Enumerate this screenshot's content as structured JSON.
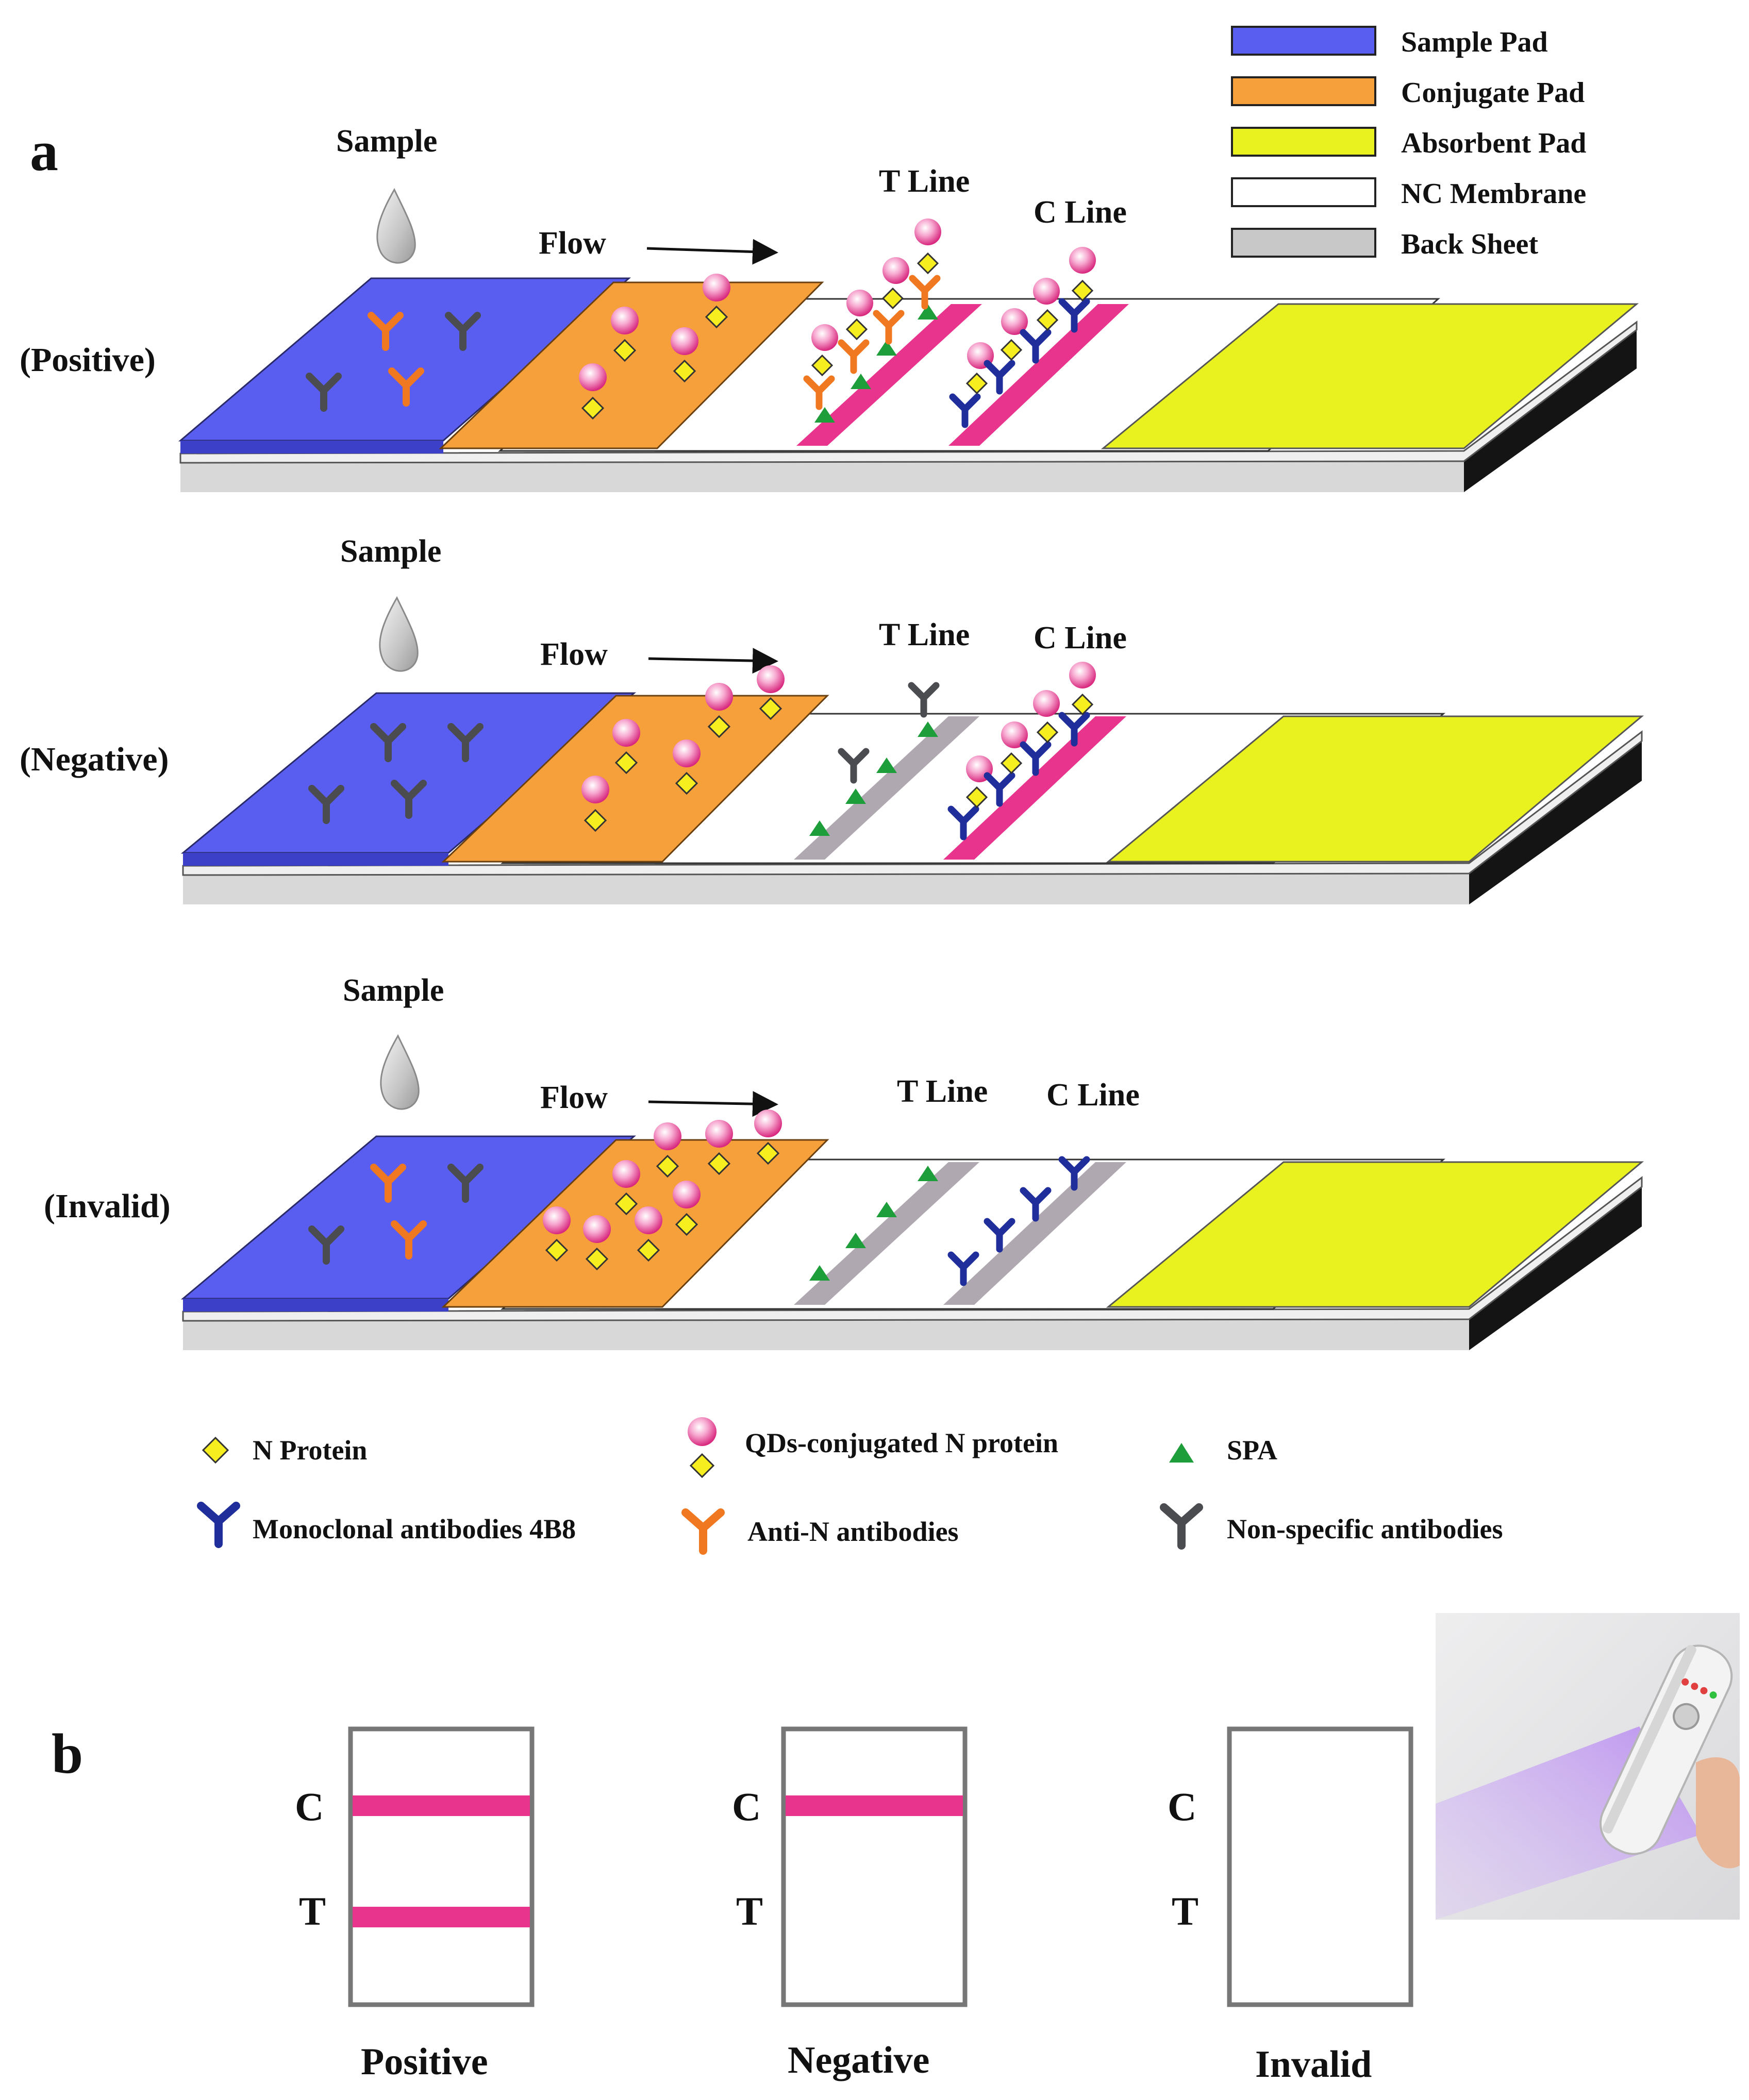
{
  "panel_a": {
    "letter": "a",
    "pad_legend": [
      {
        "label": "Sample Pad",
        "color": "#5a5ef0"
      },
      {
        "label": "Conjugate Pad",
        "color": "#f5a03a"
      },
      {
        "label": "Absorbent Pad",
        "color": "#e9f21e"
      },
      {
        "label": "NC Membrane",
        "color": "#ffffff"
      },
      {
        "label": "Back Sheet",
        "color": "#c8c8c8"
      }
    ],
    "strips": [
      {
        "result_label": "(Positive)",
        "sample_label": "Sample",
        "flow_label": "Flow",
        "t_line_label": "T Line",
        "c_line_label": "C Line",
        "t_line_color": "#e8348c",
        "c_line_color": "#e8348c"
      },
      {
        "result_label": "(Negative)",
        "sample_label": "Sample",
        "flow_label": "Flow",
        "t_line_label": "T Line",
        "c_line_label": "C Line",
        "t_line_color": "#b0a8b0",
        "c_line_color": "#e8348c"
      },
      {
        "result_label": "(Invalid)",
        "sample_label": "Sample",
        "flow_label": "Flow",
        "t_line_label": "T Line",
        "c_line_label": "C Line",
        "t_line_color": "#b0a8b0",
        "c_line_color": "#b0a8b0"
      }
    ],
    "molecule_key": [
      {
        "label": "N Protein",
        "symbol": "yellow-diamond-icon"
      },
      {
        "label": "QDs-conjugated N protein",
        "symbol": "quantum-dot-diamond-icon"
      },
      {
        "label": "SPA",
        "symbol": "green-triangle-icon"
      },
      {
        "label": "Monoclonal antibodies 4B8",
        "symbol": "navy-antibody-icon"
      },
      {
        "label": "Anti-N antibodies",
        "symbol": "orange-antibody-icon"
      },
      {
        "label": "Non-specific antibodies",
        "symbol": "gray-antibody-icon"
      }
    ],
    "colors": {
      "sample_pad": "#5a5ef0",
      "conjugate_pad": "#f5a03a",
      "absorbent_pad": "#e9f21e",
      "membrane": "#ffffff",
      "back_sheet": "#c8c8c8",
      "test_line_positive": "#e8348c",
      "capture_line_empty": "#b0a8b0",
      "quantum_dot": "#e8489a",
      "n_protein": "#f7ee1f",
      "spa": "#1e9e3a",
      "monoclonal_4b8": "#1f2e9a",
      "anti_n": "#f07820",
      "non_specific": "#4a4c50"
    }
  },
  "panel_b": {
    "letter": "b",
    "cassettes": [
      {
        "result": "Positive",
        "c_label": "C",
        "t_label": "T",
        "c_band_visible": true,
        "t_band_visible": true
      },
      {
        "result": "Negative",
        "c_label": "C",
        "t_label": "T",
        "c_band_visible": true,
        "t_band_visible": false
      },
      {
        "result": "Invalid",
        "c_label": "C",
        "t_label": "T",
        "c_band_visible": false,
        "t_band_visible": false
      }
    ],
    "band_color": "#e8348c",
    "reader_photo": "uv-flashlight-reader-photo"
  }
}
